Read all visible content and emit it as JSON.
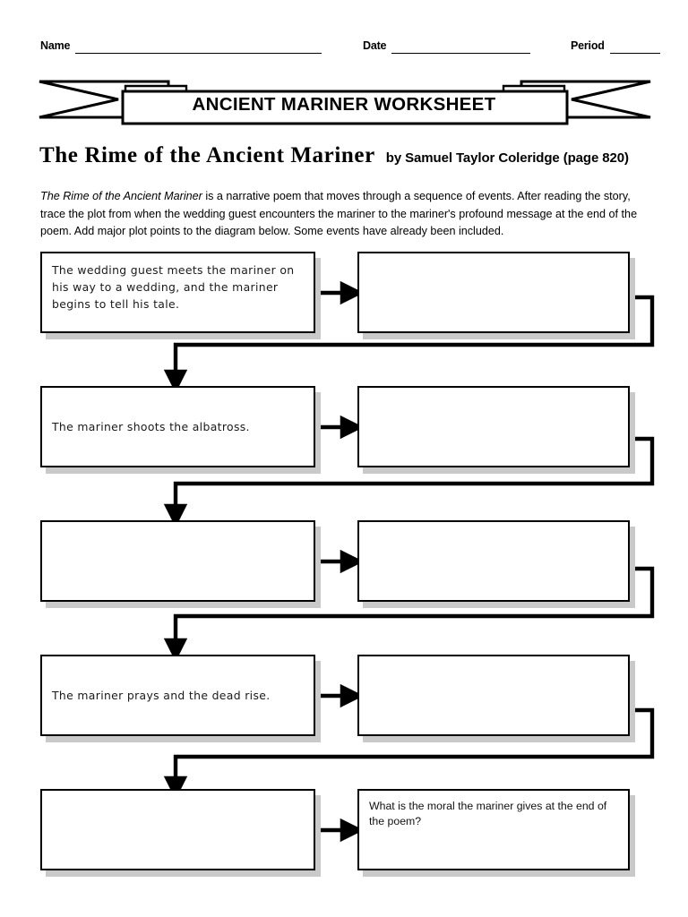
{
  "header": {
    "name_label": "Name",
    "date_label": "Date",
    "period_label": "Period"
  },
  "banner": {
    "title": "ANCIENT MARINER WORKSHEET"
  },
  "title": {
    "main": "The Rime of the Ancient Mariner",
    "byline": "by Samuel Taylor Coleridge (page 820)"
  },
  "instructions": {
    "italic_lead": "The Rime of the Ancient Mariner",
    "body": " is a narrative poem that moves through a sequence of events. After reading the story, trace the plot from when the wedding guest encounters the mariner to the mariner's profound message at the end of the poem. Add major plot points to the diagram below. Some events have already been included."
  },
  "diagram": {
    "rows": [
      {
        "left_text": "The wedding guest meets the mariner on his way to a wedding, and the mariner begins to tell his tale.",
        "left_style": "hand",
        "left_align": "v-top",
        "right_text": "",
        "right_style": "hand",
        "right_align": "v-top"
      },
      {
        "left_text": "The mariner shoots the albatross.",
        "left_style": "hand",
        "left_align": "v-center",
        "right_text": "",
        "right_style": "hand",
        "right_align": "v-top"
      },
      {
        "left_text": "",
        "left_style": "hand",
        "left_align": "v-center",
        "right_text": "",
        "right_style": "hand",
        "right_align": "v-top"
      },
      {
        "left_text": "The mariner prays and the dead rise.",
        "left_style": "hand",
        "left_align": "v-center",
        "right_text": "",
        "right_style": "hand",
        "right_align": "v-top"
      },
      {
        "left_text": "",
        "left_style": "hand",
        "left_align": "v-center",
        "right_text": "What is the moral the mariner gives at the end of the poem?",
        "right_style": "plain",
        "right_align": "v-top"
      }
    ]
  },
  "colors": {
    "ink": "#000000",
    "paper": "#ffffff",
    "shadow": "#c9c9c9"
  }
}
